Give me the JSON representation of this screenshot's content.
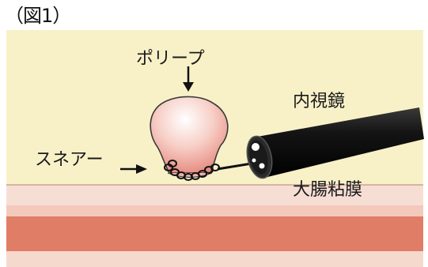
{
  "figure": {
    "title": "（図1）"
  },
  "labels": {
    "polyp": "ポリープ",
    "snare": "スネアー",
    "endoscope": "内視鏡",
    "mucosa": "大腸粘膜"
  },
  "colors": {
    "background_yellow": "#f8f1c8",
    "mucosa_light": "#f6dcd2",
    "muscle_band": "#e07a66",
    "polyp_top": "#ffffff",
    "polyp_bottom": "#e7867a",
    "endoscope_body": "#111111"
  }
}
